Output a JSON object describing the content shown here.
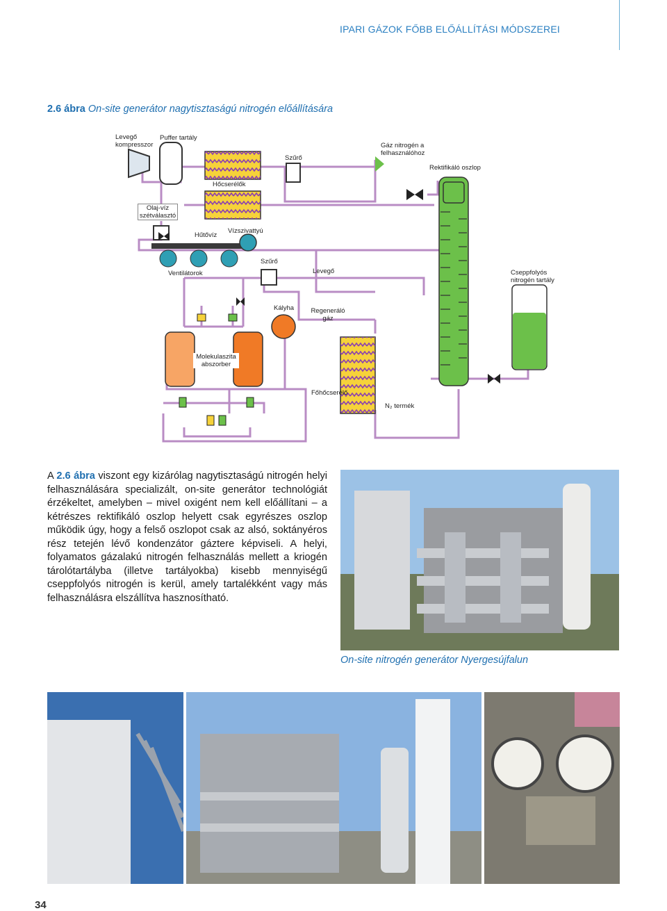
{
  "header": {
    "title": "IPARI GÁZOK FŐBB ELŐÁLLÍTÁSI MÓDSZEREI"
  },
  "figure": {
    "number": "2.6 ábra",
    "caption": "On-site generátor nagytisztaságú nitrogén előállítására",
    "labels": {
      "compressor": "Levegő\nkompresszor",
      "buffer": "Puffer tartály",
      "filter_top": "Szűrő",
      "gas_to_user": "Gáz nitrogén a\nfelhasználóhoz",
      "rectifier": "Rektifikáló oszlop",
      "heat_exchangers": "Hőcserélők",
      "oil_water": "Olaj-víz\nszétválasztó",
      "cooling_water": "Hűtővíz",
      "return_pump": "Vízszivattyú",
      "fans": "Ventilátorok",
      "filter_mid": "Szűrő",
      "air": "Levegő",
      "liquid_tank": "Cseppfolyós\nnitrogén tartály",
      "heater": "Kályha",
      "regen_gas": "Regeneráló\ngáz",
      "mol_sieve": "Molekulaszita\nabszorber",
      "main_hx": "Főhőcserélő",
      "n2_product": "N₂ termék"
    }
  },
  "paragraph": {
    "ref": "2.6 ábra",
    "prefix": "A ",
    "text": " viszont egy kizárólag nagytisztaságú nitrogén helyi felhasználására specializált, on-site generátor technológiát érzékeltet, amelyben – mivel oxigént nem kell előállítani – a kétrészes rektifikáló oszlop helyett csak egyrészes oszlop működik úgy, hogy a felső oszlopot csak az alsó, soktányéros rész tetején lévő kondenzátor gáztere képviseli. A helyi, folyamatos gázalakú nitrogén felhasználás mellett a kriogén tárolótartályba (illetve tartályokba) kisebb mennyiségű cseppfolyós nitrogén is kerül, amely tartalékként vagy más felhasználásra elszállítva hasznosítható."
  },
  "photo_caption": "On-site nitrogén generátor Nyergesújfalun",
  "page_number": "34",
  "colors": {
    "accent": "#1f6fb0",
    "pipe": "#b98cc4",
    "green": "#6cc04a",
    "orange": "#f07a26",
    "yellow": "#f6d23a"
  }
}
